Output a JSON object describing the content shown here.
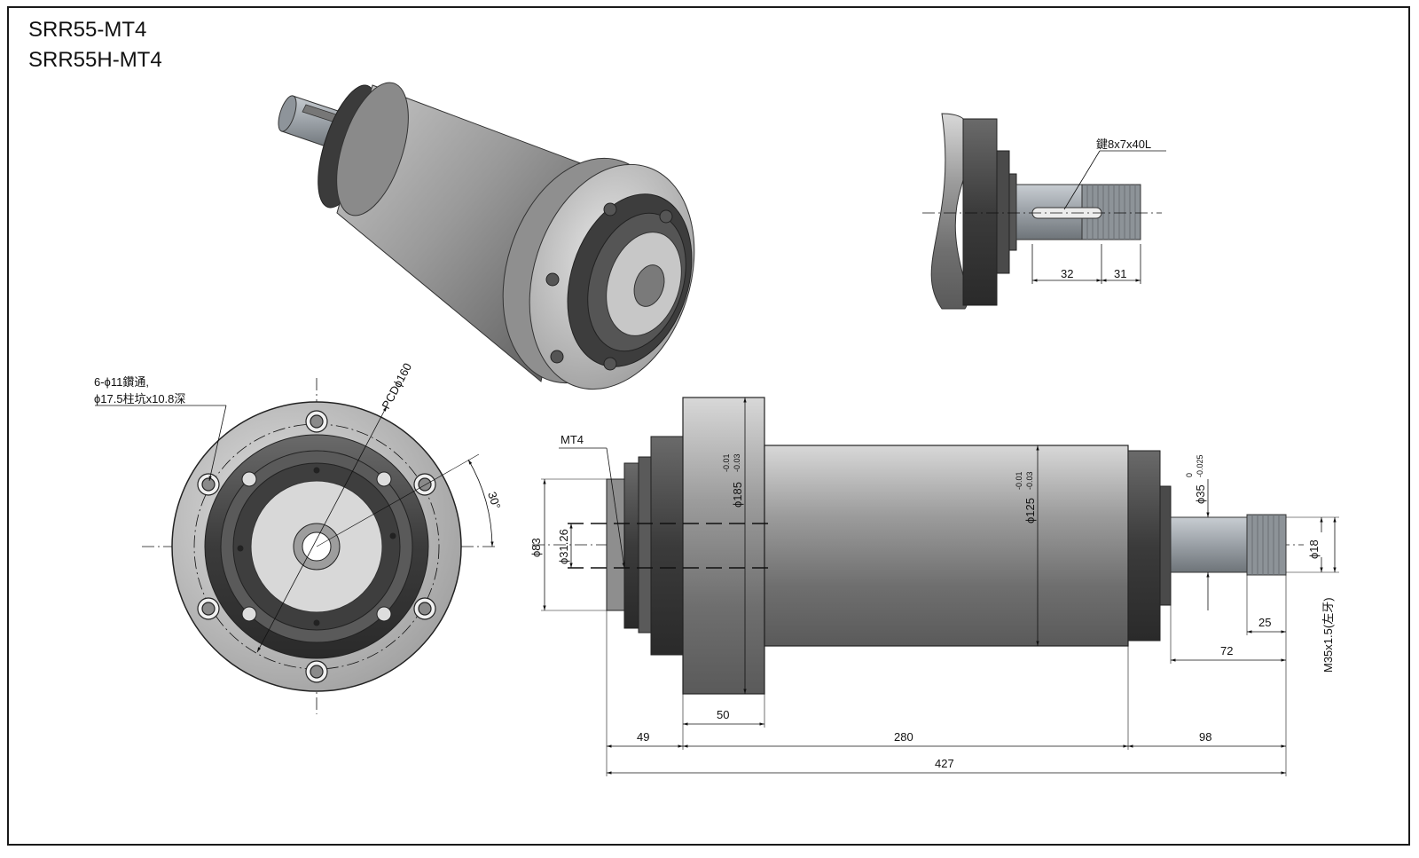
{
  "titles": {
    "model_1": "SRR55-MT4",
    "model_2": "SRR55H-MT4"
  },
  "callouts": {
    "key": "鍵8x7x40L",
    "holes_line1": "6-ϕ11鑽通,",
    "holes_line2": "ϕ17.5柱坑x10.8深",
    "pcd": "PCDϕ160",
    "angle": "30°",
    "taper": "MT4"
  },
  "dimensions": {
    "key_len": "32",
    "thread_len_top": "31",
    "bore": "ϕ83",
    "taper_dia": "ϕ31.26",
    "flange_dia": "ϕ185",
    "flange_tol_upper": "-0.01",
    "flange_tol_lower": "-0.03",
    "body_dia": "ϕ125",
    "body_tol_upper": "-0.01",
    "body_tol_lower": "-0.03",
    "shaft_dia": "ϕ35",
    "shaft_tol_upper": "0",
    "shaft_tol_lower": "-0.025",
    "small_dia": "ϕ18",
    "thread": "M35x1.5(左牙)",
    "thread_len": "25",
    "shaft_len": "72",
    "flange_width": "50",
    "nose_len": "49",
    "body_len": "280",
    "rear_len": "98",
    "total_len": "427"
  },
  "colors": {
    "line": "#111111",
    "metal": "#9a9a9a",
    "dark": "#3d3d3d"
  }
}
